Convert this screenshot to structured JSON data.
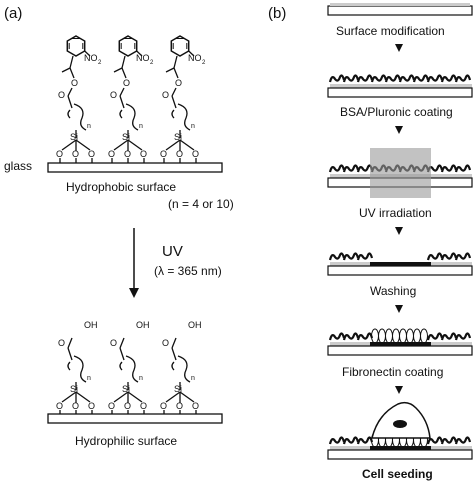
{
  "panel_a": {
    "label": "(a)",
    "glass_label": "glass",
    "nitro_label": "NO",
    "nitro_subscript": "2",
    "oxygen": "O",
    "silicon": "Si",
    "repeat_n": "n",
    "oh_label": "OH",
    "hydrophobic_caption": "Hydrophobic surface",
    "n_note": "(n = 4 or 10)",
    "uv_label": "UV",
    "wavelength": "(λ = 365 nm)",
    "hydrophilic_caption": "Hydrophilic surface"
  },
  "panel_b": {
    "label": "(b)",
    "steps": [
      "Surface modification",
      "BSA/Pluronic coating",
      "UV irradiation",
      "Washing",
      "Fibronectin coating",
      "Cell seeding"
    ]
  },
  "colors": {
    "ink": "#111111",
    "coating_gray": "#cccccc",
    "uv_box": "#9a9a9a",
    "pattern_black": "#111111"
  }
}
